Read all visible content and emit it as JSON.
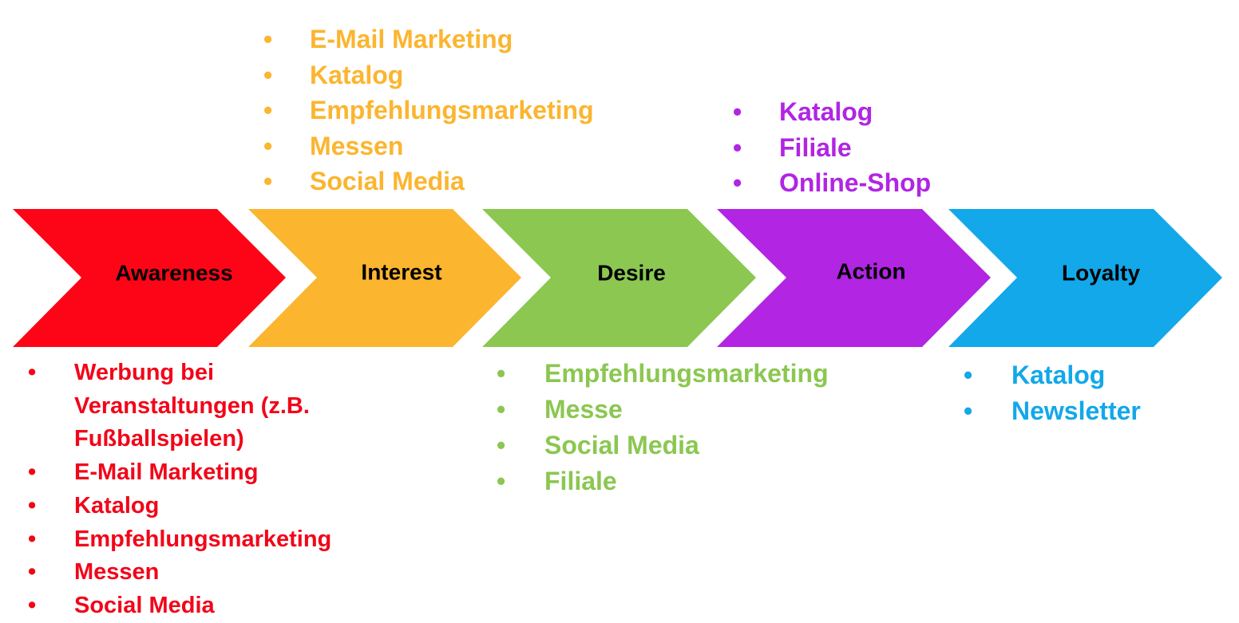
{
  "stages": [
    {
      "label": "Awareness",
      "color": "#FD0517",
      "channels": [
        "Werbung bei Veranstaltungen (z.B. Fußballspielen)",
        "E-Mail Marketing",
        "Katalog",
        "Empfehlungsmarketing",
        "Messen",
        "Social Media"
      ]
    },
    {
      "label": "Interest",
      "color": "#FBB52F",
      "channels": [
        "E-Mail Marketing",
        "Katalog",
        "Empfehlungsmarketing",
        "Messen",
        "Social Media"
      ]
    },
    {
      "label": "Desire",
      "color": "#8BC751",
      "channels": [
        "Empfehlungsmarketing",
        "Messe",
        "Social Media",
        "Filiale"
      ]
    },
    {
      "label": "Action",
      "color": "#B125E3",
      "channels": [
        "Katalog",
        "Filiale",
        "Online-Shop"
      ]
    },
    {
      "label": "Loyalty",
      "color": "#12A8E9",
      "channels": [
        "Katalog",
        "Newsletter"
      ]
    }
  ]
}
